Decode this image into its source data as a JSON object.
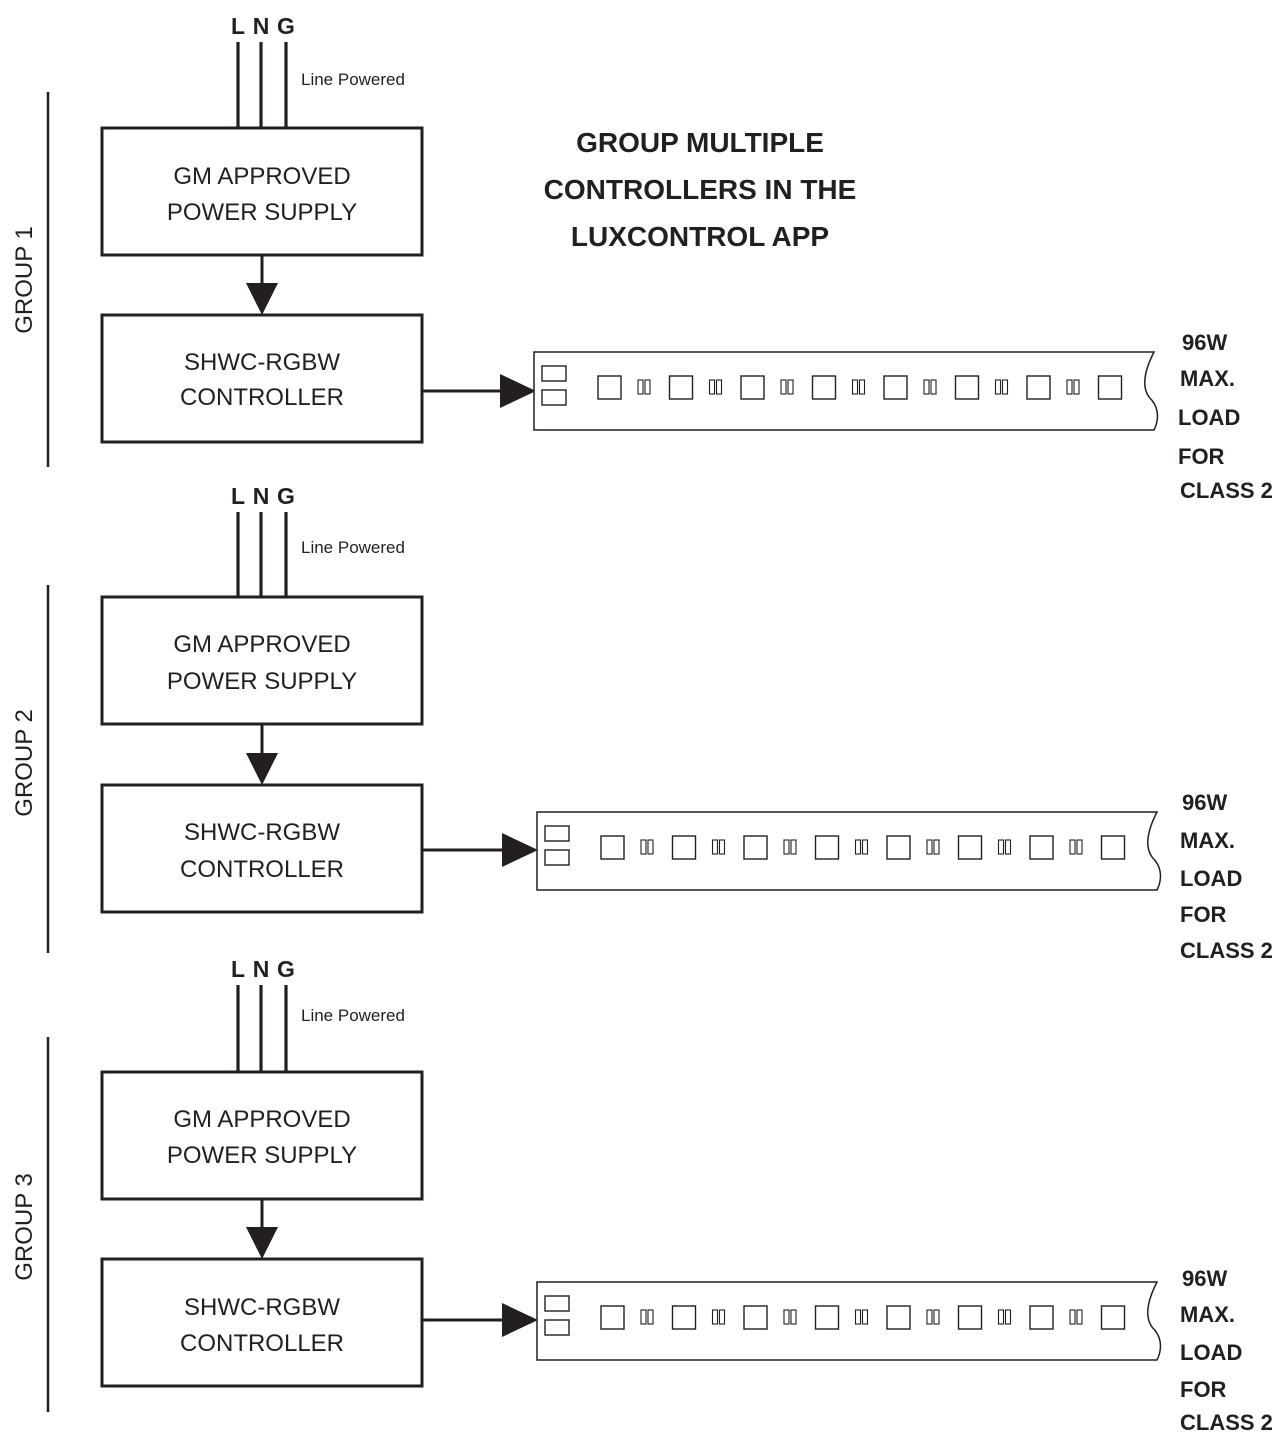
{
  "headline": [
    "GROUP MULTIPLE",
    "CONTROLLERS IN THE",
    "LUXCONTROL APP"
  ],
  "groups": [
    {
      "label": "GROUP 1",
      "input": {
        "l": "L",
        "n": "N",
        "g": "G",
        "note": "Line Powered"
      },
      "power_supply": [
        "GM APPROVED",
        "POWER SUPPLY"
      ],
      "controller": [
        "SHWC-RGBW",
        "CONTROLLER"
      ],
      "load": [
        "96W",
        "MAX.",
        "LOAD",
        "FOR",
        "CLASS 2"
      ]
    },
    {
      "label": "GROUP 2",
      "input": {
        "l": "L",
        "n": "N",
        "g": "G",
        "note": "Line Powered"
      },
      "power_supply": [
        "GM APPROVED",
        "POWER SUPPLY"
      ],
      "controller": [
        "SHWC-RGBW",
        "CONTROLLER"
      ],
      "load": [
        "96W",
        "MAX.",
        "LOAD",
        "FOR",
        "CLASS 2"
      ]
    },
    {
      "label": "GROUP 3",
      "input": {
        "l": "L",
        "n": "N",
        "g": "G",
        "note": "Line Powered"
      },
      "power_supply": [
        "GM APPROVED",
        "POWER SUPPLY"
      ],
      "controller": [
        "SHWC-RGBW",
        "CONTROLLER"
      ],
      "load": [
        "96W",
        "MAX.",
        "LOAD",
        "FOR",
        "CLASS 2"
      ]
    }
  ],
  "colors": {
    "ink": "#231f20",
    "background": "#ffffff"
  }
}
